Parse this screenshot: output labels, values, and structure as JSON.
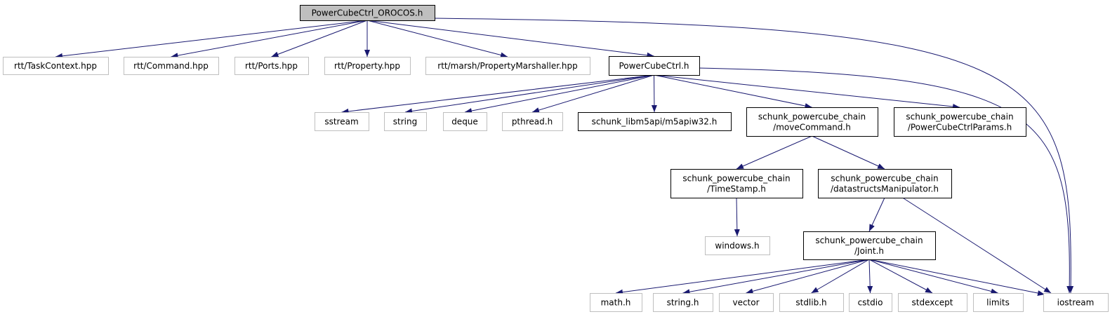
{
  "colors": {
    "edge": "#191970",
    "box_documented": "#000000",
    "box_external": "#bfbfbf",
    "root_fill": "#bfbfbf",
    "text": "#000000"
  },
  "nodes": {
    "root": {
      "lines": [
        "PowerCubeCtrl_OROCOS.h"
      ],
      "kind": "root"
    },
    "taskcontext": {
      "lines": [
        "rtt/TaskContext.hpp"
      ],
      "kind": "external"
    },
    "command": {
      "lines": [
        "rtt/Command.hpp"
      ],
      "kind": "external"
    },
    "ports": {
      "lines": [
        "rtt/Ports.hpp"
      ],
      "kind": "external"
    },
    "property": {
      "lines": [
        "rtt/Property.hpp"
      ],
      "kind": "external"
    },
    "propmarsh": {
      "lines": [
        "rtt/marsh/PropertyMarshaller.hpp"
      ],
      "kind": "external"
    },
    "pcctrl": {
      "lines": [
        "PowerCubeCtrl.h"
      ],
      "kind": "documented"
    },
    "iostream": {
      "lines": [
        "iostream"
      ],
      "kind": "external"
    },
    "sstream": {
      "lines": [
        "sstream"
      ],
      "kind": "external"
    },
    "string": {
      "lines": [
        "string"
      ],
      "kind": "external"
    },
    "deque": {
      "lines": [
        "deque"
      ],
      "kind": "external"
    },
    "pthread": {
      "lines": [
        "pthread.h"
      ],
      "kind": "external"
    },
    "m5apiw32": {
      "lines": [
        "schunk_libm5api/m5apiw32.h"
      ],
      "kind": "documented"
    },
    "movecmd": {
      "lines": [
        "schunk_powercube_chain",
        "/moveCommand.h"
      ],
      "kind": "documented"
    },
    "params": {
      "lines": [
        "schunk_powercube_chain",
        "/PowerCubeCtrlParams.h"
      ],
      "kind": "documented"
    },
    "timestamp": {
      "lines": [
        "schunk_powercube_chain",
        "/TimeStamp.h"
      ],
      "kind": "documented"
    },
    "dsmanip": {
      "lines": [
        "schunk_powercube_chain",
        "/datastructsManipulator.h"
      ],
      "kind": "documented"
    },
    "windows": {
      "lines": [
        "windows.h"
      ],
      "kind": "external"
    },
    "joint": {
      "lines": [
        "schunk_powercube_chain",
        "/Joint.h"
      ],
      "kind": "documented"
    },
    "math": {
      "lines": [
        "math.h"
      ],
      "kind": "external"
    },
    "stringh": {
      "lines": [
        "string.h"
      ],
      "kind": "external"
    },
    "vector": {
      "lines": [
        "vector"
      ],
      "kind": "external"
    },
    "stdlib": {
      "lines": [
        "stdlib.h"
      ],
      "kind": "external"
    },
    "cstdio": {
      "lines": [
        "cstdio"
      ],
      "kind": "external"
    },
    "stdexcept": {
      "lines": [
        "stdexcept"
      ],
      "kind": "external"
    },
    "limits": {
      "lines": [
        "limits"
      ],
      "kind": "external"
    }
  },
  "edges": [
    {
      "from": "root",
      "to": "taskcontext"
    },
    {
      "from": "root",
      "to": "command"
    },
    {
      "from": "root",
      "to": "ports"
    },
    {
      "from": "root",
      "to": "property"
    },
    {
      "from": "root",
      "to": "propmarsh"
    },
    {
      "from": "root",
      "to": "pcctrl"
    },
    {
      "from": "root",
      "to": "iostream"
    },
    {
      "from": "pcctrl",
      "to": "sstream"
    },
    {
      "from": "pcctrl",
      "to": "string"
    },
    {
      "from": "pcctrl",
      "to": "deque"
    },
    {
      "from": "pcctrl",
      "to": "pthread"
    },
    {
      "from": "pcctrl",
      "to": "m5apiw32"
    },
    {
      "from": "pcctrl",
      "to": "movecmd"
    },
    {
      "from": "pcctrl",
      "to": "params"
    },
    {
      "from": "pcctrl",
      "to": "iostream"
    },
    {
      "from": "movecmd",
      "to": "timestamp"
    },
    {
      "from": "movecmd",
      "to": "dsmanip"
    },
    {
      "from": "timestamp",
      "to": "windows"
    },
    {
      "from": "dsmanip",
      "to": "joint"
    },
    {
      "from": "dsmanip",
      "to": "iostream"
    },
    {
      "from": "joint",
      "to": "math"
    },
    {
      "from": "joint",
      "to": "stringh"
    },
    {
      "from": "joint",
      "to": "vector"
    },
    {
      "from": "joint",
      "to": "stdlib"
    },
    {
      "from": "joint",
      "to": "cstdio"
    },
    {
      "from": "joint",
      "to": "stdexcept"
    },
    {
      "from": "joint",
      "to": "limits"
    },
    {
      "from": "joint",
      "to": "iostream"
    }
  ]
}
